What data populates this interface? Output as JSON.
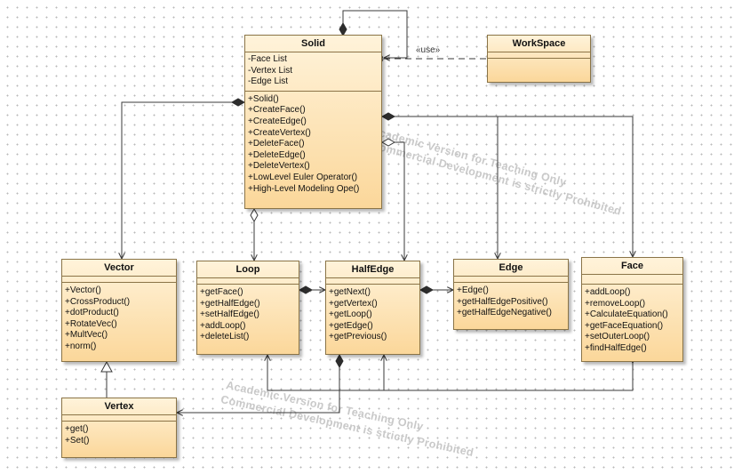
{
  "classes": {
    "solid": {
      "name": "Solid",
      "attributes": [
        "-Face List",
        "-Vertex List",
        "-Edge List"
      ],
      "operations": [
        "+Solid()",
        "+CreateFace()",
        "+CreateEdge()",
        "+CreateVertex()",
        "+DeleteFace()",
        "+DeleteEdge()",
        "+DeleteVertex()",
        "+LowLevel Euler Operator()",
        "+High-Level Modeling Ope()"
      ]
    },
    "workspace": {
      "name": "WorkSpace",
      "attributes": [],
      "operations": []
    },
    "vector": {
      "name": "Vector",
      "attributes": [],
      "operations": [
        "+Vector()",
        "+CrossProduct()",
        "+dotProduct()",
        "+RotateVec()",
        "+MultVec()",
        "+norm()"
      ]
    },
    "loop": {
      "name": "Loop",
      "attributes": [],
      "operations": [
        "+getFace()",
        "+getHalfEdge()",
        "+setHalfEdge()",
        "+addLoop()",
        "+deleteList()"
      ]
    },
    "halfedge": {
      "name": "HalfEdge",
      "attributes": [],
      "operations": [
        "+getNext()",
        "+getVertex()",
        "+getLoop()",
        "+getEdge()",
        "+getPrevious()"
      ]
    },
    "edge": {
      "name": "Edge",
      "attributes": [],
      "operations": [
        "+Edge()",
        "+getHalfEdgePositive()",
        "+getHalfEdgeNegative()"
      ]
    },
    "face": {
      "name": "Face",
      "attributes": [],
      "operations": [
        "+addLoop()",
        "+removeLoop()",
        "+CalculateEquation()",
        "+getFaceEquation()",
        "+setOuterLoop()",
        "+findHalfEdge()"
      ]
    },
    "vertex": {
      "name": "Vertex",
      "attributes": [],
      "operations": [
        "+get()",
        "+Set()"
      ]
    }
  },
  "use_stereotype": "«use»",
  "watermarks": {
    "top_line1": "Academic Version for Teaching Only",
    "top_line2": "Commercial Development is strictly Prohibited",
    "bottom_line1": "Academic Version for Teaching Only",
    "bottom_line2": "Commercial Development is strictly Prohibited"
  }
}
